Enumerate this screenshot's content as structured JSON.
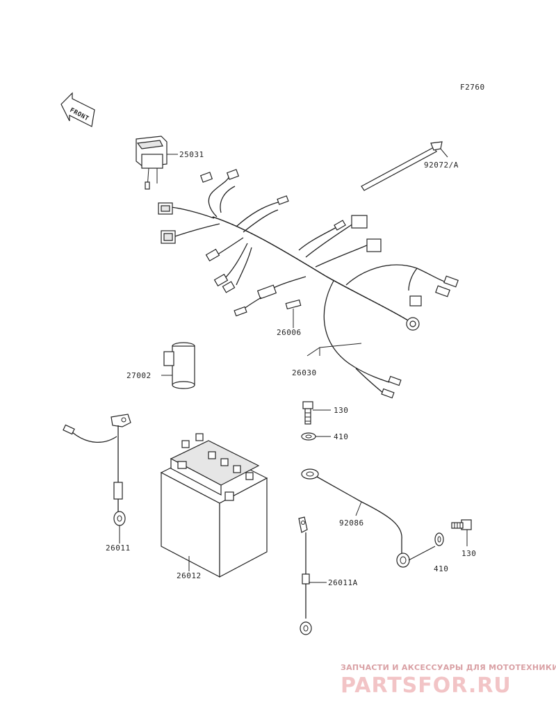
{
  "figure_code": "F2760",
  "front_arrow_text": "FRONT",
  "parts": [
    {
      "number": "25031"
    },
    {
      "number": "92072/A"
    },
    {
      "number": "26006"
    },
    {
      "number": "26030"
    },
    {
      "number": "27002"
    },
    {
      "number": "130"
    },
    {
      "number": "410"
    },
    {
      "number": "92086"
    },
    {
      "number": "26011"
    },
    {
      "number": "26012"
    },
    {
      "number": "26011A"
    },
    {
      "number": "130"
    },
    {
      "number": "410"
    }
  ],
  "watermark": {
    "tagline": "ЗАПЧАСТИ И АКСЕССУАРЫ ДЛЯ МОТОТЕХНИКИ",
    "brand": "PARTSFOR.RU",
    "color": "#e8a0a4"
  }
}
